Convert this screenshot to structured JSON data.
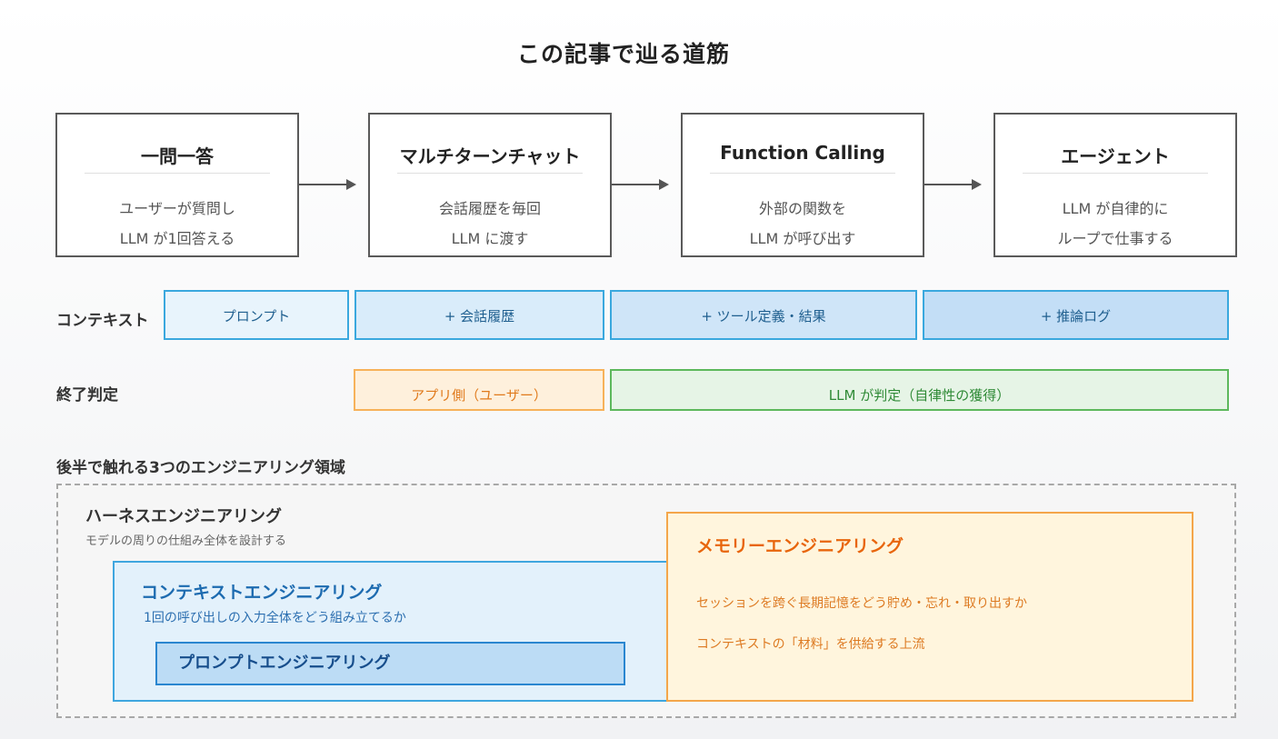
{
  "title": "この記事で辿る道筋",
  "stages": [
    {
      "title": "一問一答",
      "desc": [
        "ユーザーが質問し",
        "LLM が1回答える"
      ]
    },
    {
      "title": "マルチターンチャット",
      "desc": [
        "会話履歴を毎回",
        "LLM に渡す"
      ]
    },
    {
      "title": "Function Calling",
      "desc": [
        "外部の関数を",
        "LLM が呼び出す"
      ]
    },
    {
      "title": "エージェント",
      "desc": [
        "LLM が自律的に",
        "ループで仕事する"
      ]
    }
  ],
  "context_row": {
    "label": "コンテキスト",
    "segments": [
      "プロンプト",
      "+ 会話履歴",
      "+ ツール定義・結果",
      "+ 推論ログ"
    ],
    "colors": [
      "#e8f4fc",
      "#d9ecfa",
      "#cfe5f8",
      "#c3def6"
    ]
  },
  "termination_row": {
    "label": "終了判定",
    "segments": [
      {
        "text": "アプリ側（ユーザー）",
        "bg": "#fef0dc",
        "border": "#f7b25a",
        "color": "#e07a1c"
      },
      {
        "text": "LLM が判定（自律性の獲得）",
        "bg": "#e6f4e6",
        "border": "#5db85c",
        "color": "#2f8a36"
      }
    ]
  },
  "section_heading": "後半で触れる3つのエンジニアリング領域",
  "harness": {
    "title": "ハーネスエンジニアリング",
    "desc": "モデルの周りの仕組み全体を設計する"
  },
  "context_engineering": {
    "title": "コンテキストエンジニアリング",
    "desc": "1回の呼び出しの入力全体をどう組み立てるか"
  },
  "prompt_engineering": {
    "title": "プロンプトエンジニアリング"
  },
  "memory_engineering": {
    "title": "メモリーエンジニアリング",
    "desc1": "セッションを跨ぐ長期記憶をどう貯め・忘れ・取り出すか",
    "desc2": "コンテキストの「材料」を供給する上流"
  }
}
